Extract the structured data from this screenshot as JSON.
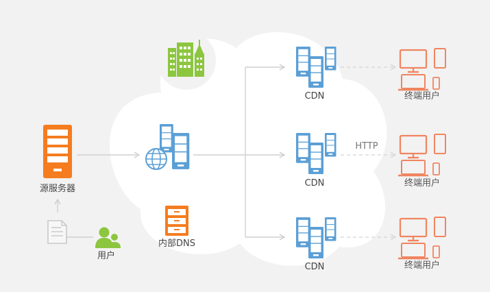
{
  "labels": {
    "origin_server": "源服务器",
    "user": "用户",
    "internal_dns": "内部DNS",
    "cdn": "CDN",
    "end_user": "终端用户",
    "http": "HTTP"
  },
  "colors": {
    "background": "#f2f2f2",
    "cloud": "#ffffff",
    "origin_orange": "#f57c1f",
    "server_blue": "#5b9fd6",
    "building_green": "#8cc63f",
    "user_green": "#8cc63f",
    "terminal_coral": "#f0845f",
    "connector_gray": "#cfcfcf"
  },
  "icons": [
    "building-icon",
    "origin-server-icon",
    "document-icon",
    "user-group-icon",
    "globe-server-icon",
    "dns-server-icon",
    "cdn-server-icon",
    "terminal-devices-icon"
  ]
}
